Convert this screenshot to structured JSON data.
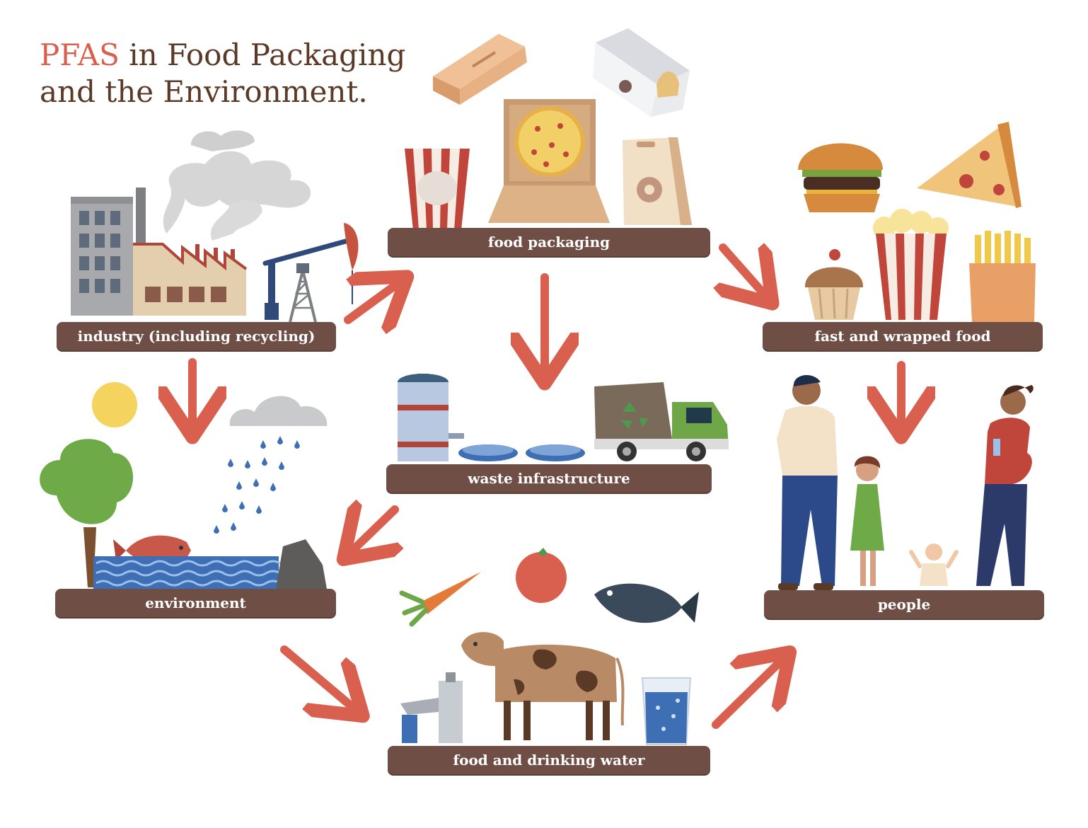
{
  "title": {
    "accent": "PFAS",
    "line1_rest": " in Food Packaging",
    "line2": "and the Environment."
  },
  "nodes": {
    "industry": "industry (including recycling)",
    "food_packaging": "food packaging",
    "fast_food": "fast and wrapped food",
    "waste": "waste infrastructure",
    "environment": "environment",
    "people": "people",
    "food_water": "food and drinking water"
  },
  "colors": {
    "label_bar": "#6e4e45",
    "arrow": "#d9604f",
    "title_text": "#5a3a26",
    "accent": "#d9604f"
  },
  "icons": [
    "factory-icon",
    "oil-pump-icon",
    "smoke-icon",
    "popcorn-box-icon",
    "pizza-box-icon",
    "paper-bag-icon",
    "takeout-box-icon",
    "egg-carton-icon",
    "burger-icon",
    "pizza-slice-icon",
    "cupcake-icon",
    "popcorn-icon",
    "fries-icon",
    "water-tank-icon",
    "treatment-basin-icon",
    "garbage-truck-icon",
    "sun-icon",
    "rain-cloud-icon",
    "tree-icon",
    "fish-icon",
    "water-icon",
    "rock-icon",
    "carrot-icon",
    "tomato-icon",
    "fish-icon",
    "cow-icon",
    "faucet-icon",
    "water-glass-icon",
    "man-icon",
    "girl-icon",
    "baby-icon",
    "pregnant-woman-icon"
  ]
}
